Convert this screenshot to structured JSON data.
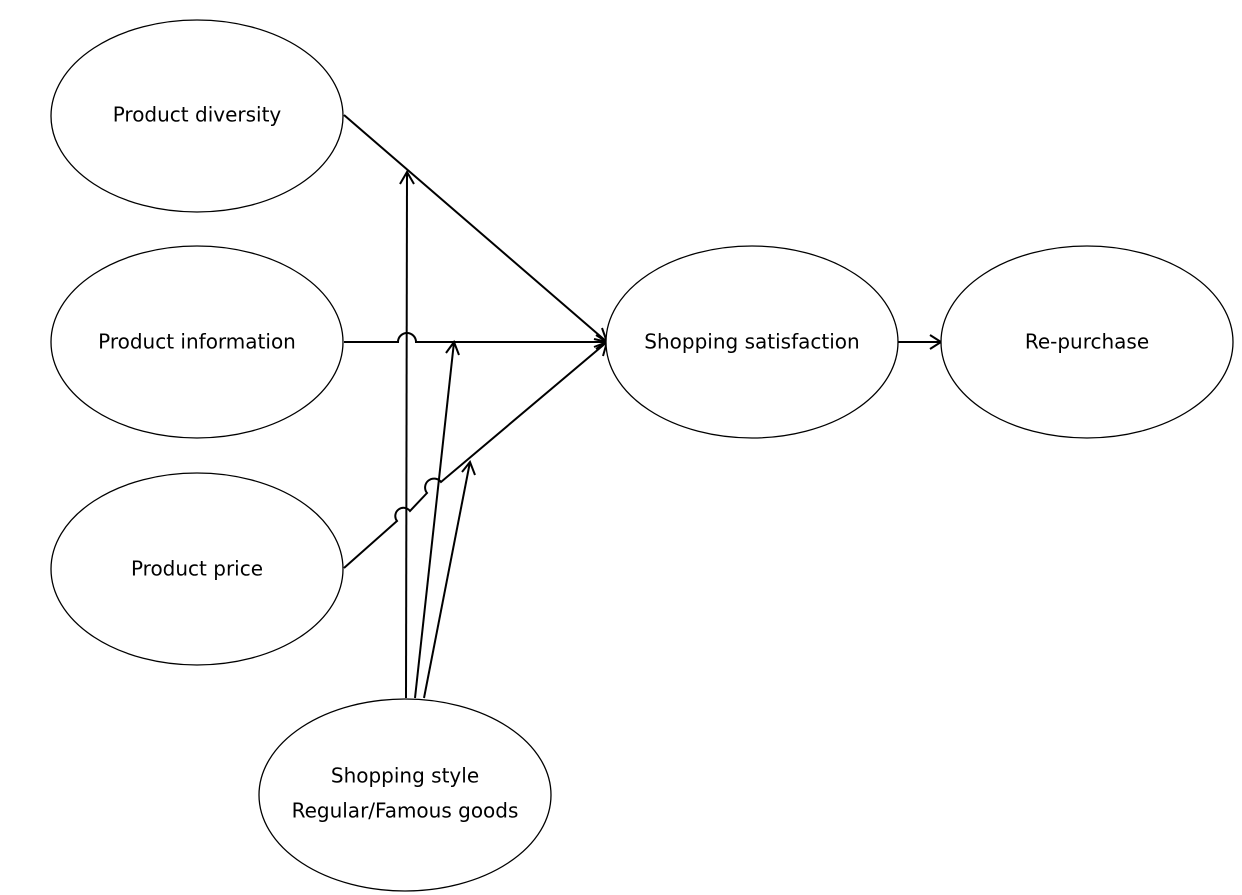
{
  "nodes": {
    "product_diversity": {
      "label": "Product diversity"
    },
    "product_information": {
      "label": "Product information"
    },
    "product_price": {
      "label": "Product price"
    },
    "shopping_satisfaction": {
      "label": "Shopping satisfaction"
    },
    "re_purchase": {
      "label": "Re-purchase"
    },
    "shopping_style": {
      "line1": "Shopping style",
      "line2": "Regular/Famous goods"
    }
  },
  "edges": [
    {
      "from": "Product diversity",
      "to": "Shopping satisfaction"
    },
    {
      "from": "Product information",
      "to": "Shopping satisfaction"
    },
    {
      "from": "Product price",
      "to": "Shopping satisfaction"
    },
    {
      "from": "Shopping satisfaction",
      "to": "Re-purchase"
    },
    {
      "from": "Shopping style",
      "to": "Product diversity → Shopping satisfaction"
    },
    {
      "from": "Shopping style",
      "to": "Product information → Shopping satisfaction"
    },
    {
      "from": "Shopping style",
      "to": "Product price → Shopping satisfaction"
    }
  ],
  "colors": {
    "stroke": "#000000",
    "background": "#ffffff"
  }
}
